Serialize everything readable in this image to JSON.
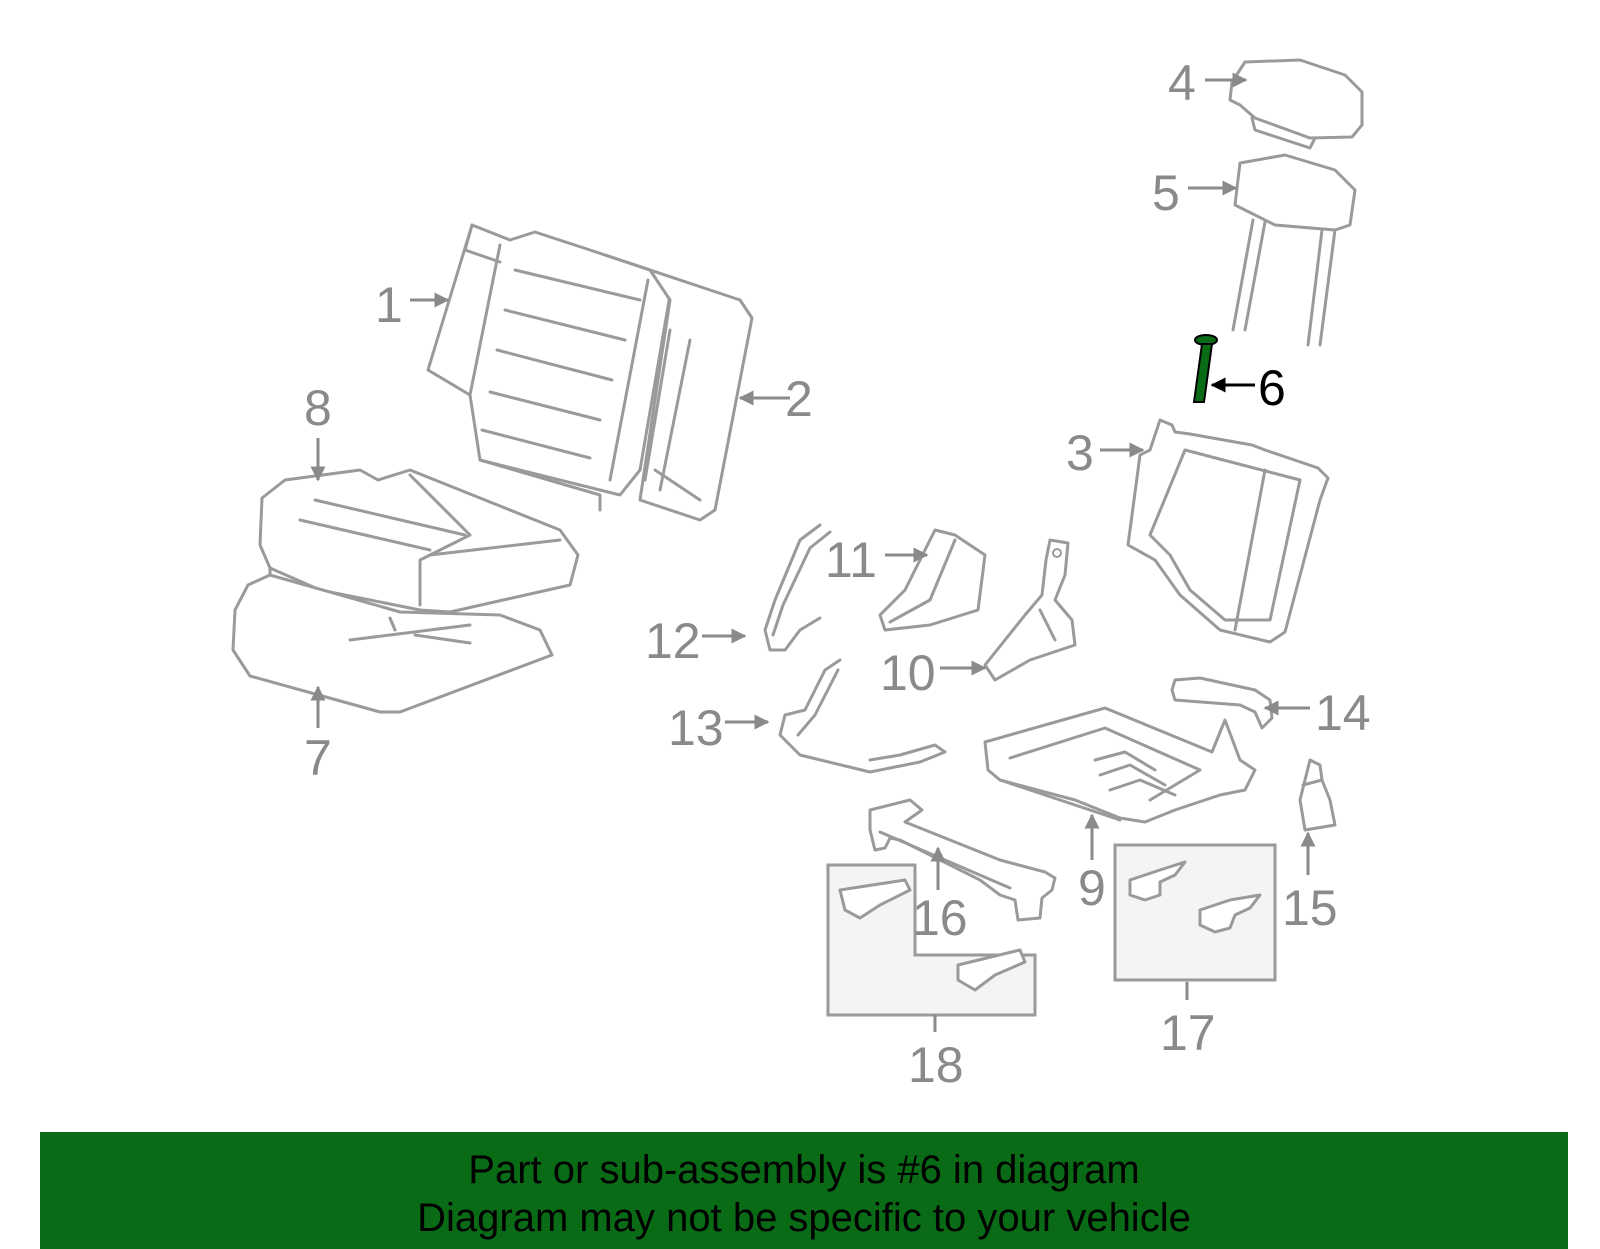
{
  "highlight_color": "#0a6b16",
  "highlighted_part": "6",
  "callouts": [
    "1",
    "2",
    "3",
    "4",
    "5",
    "6",
    "7",
    "8",
    "9",
    "10",
    "11",
    "12",
    "13",
    "14",
    "15",
    "16",
    "17",
    "18"
  ],
  "banner": {
    "line1": "Part or sub-assembly is #6 in diagram",
    "line2": "Diagram may not be specific to your vehicle"
  }
}
